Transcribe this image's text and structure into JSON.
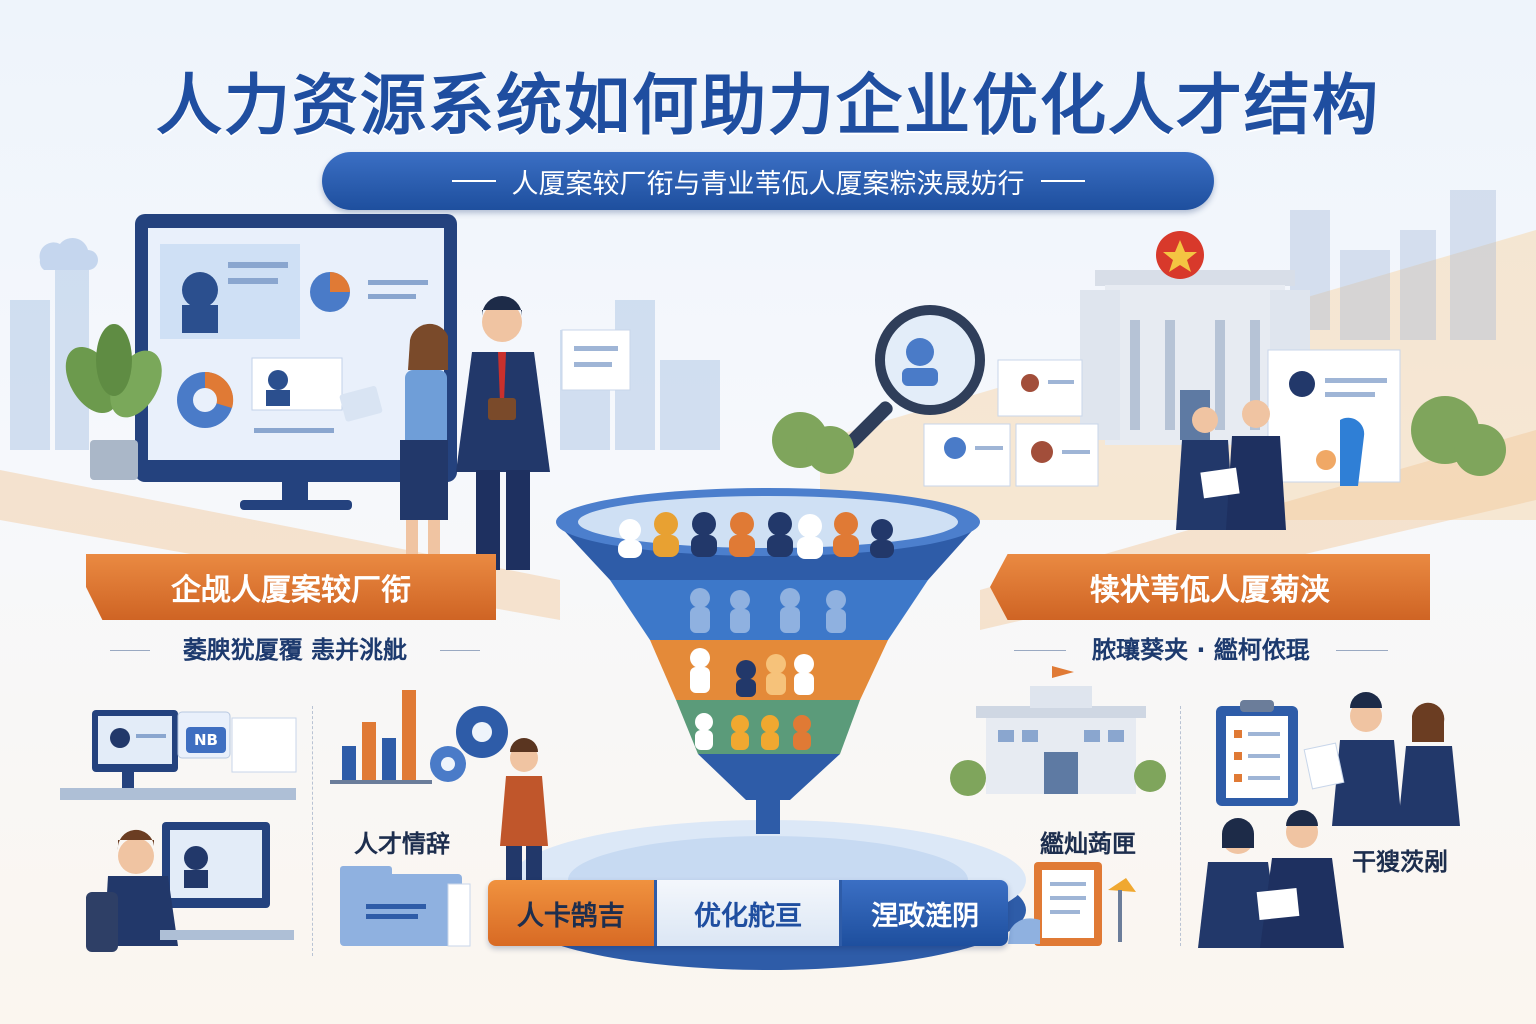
{
  "header": {
    "title": "人力资源系统如何助力企业优化人才结构",
    "subtitle": "人厦案较厂衔与青业苇佤人厦案粽浃晟妨行"
  },
  "left_section": {
    "banner": "企觇人厦案较厂衔",
    "subtitle": "萎腴犹厦覆  恚并洮舭",
    "panel_label": "人才情辞",
    "screen_badge": "NB"
  },
  "right_section": {
    "banner": "犊状苇佤人厦菊浃",
    "subtitle": "脓瓖葵夹 · 繿柯侬琨",
    "panel_label_left": "繿灿蒟匣",
    "panel_label_right": "干獀茨剐"
  },
  "funnel": {
    "base_labels": [
      "人卡鹄吉",
      "优化舵亘",
      "涅政涟阴"
    ]
  },
  "colors": {
    "primary_blue": "#1f4ea0",
    "accent_orange": "#e07a35",
    "navy": "#22386a"
  }
}
